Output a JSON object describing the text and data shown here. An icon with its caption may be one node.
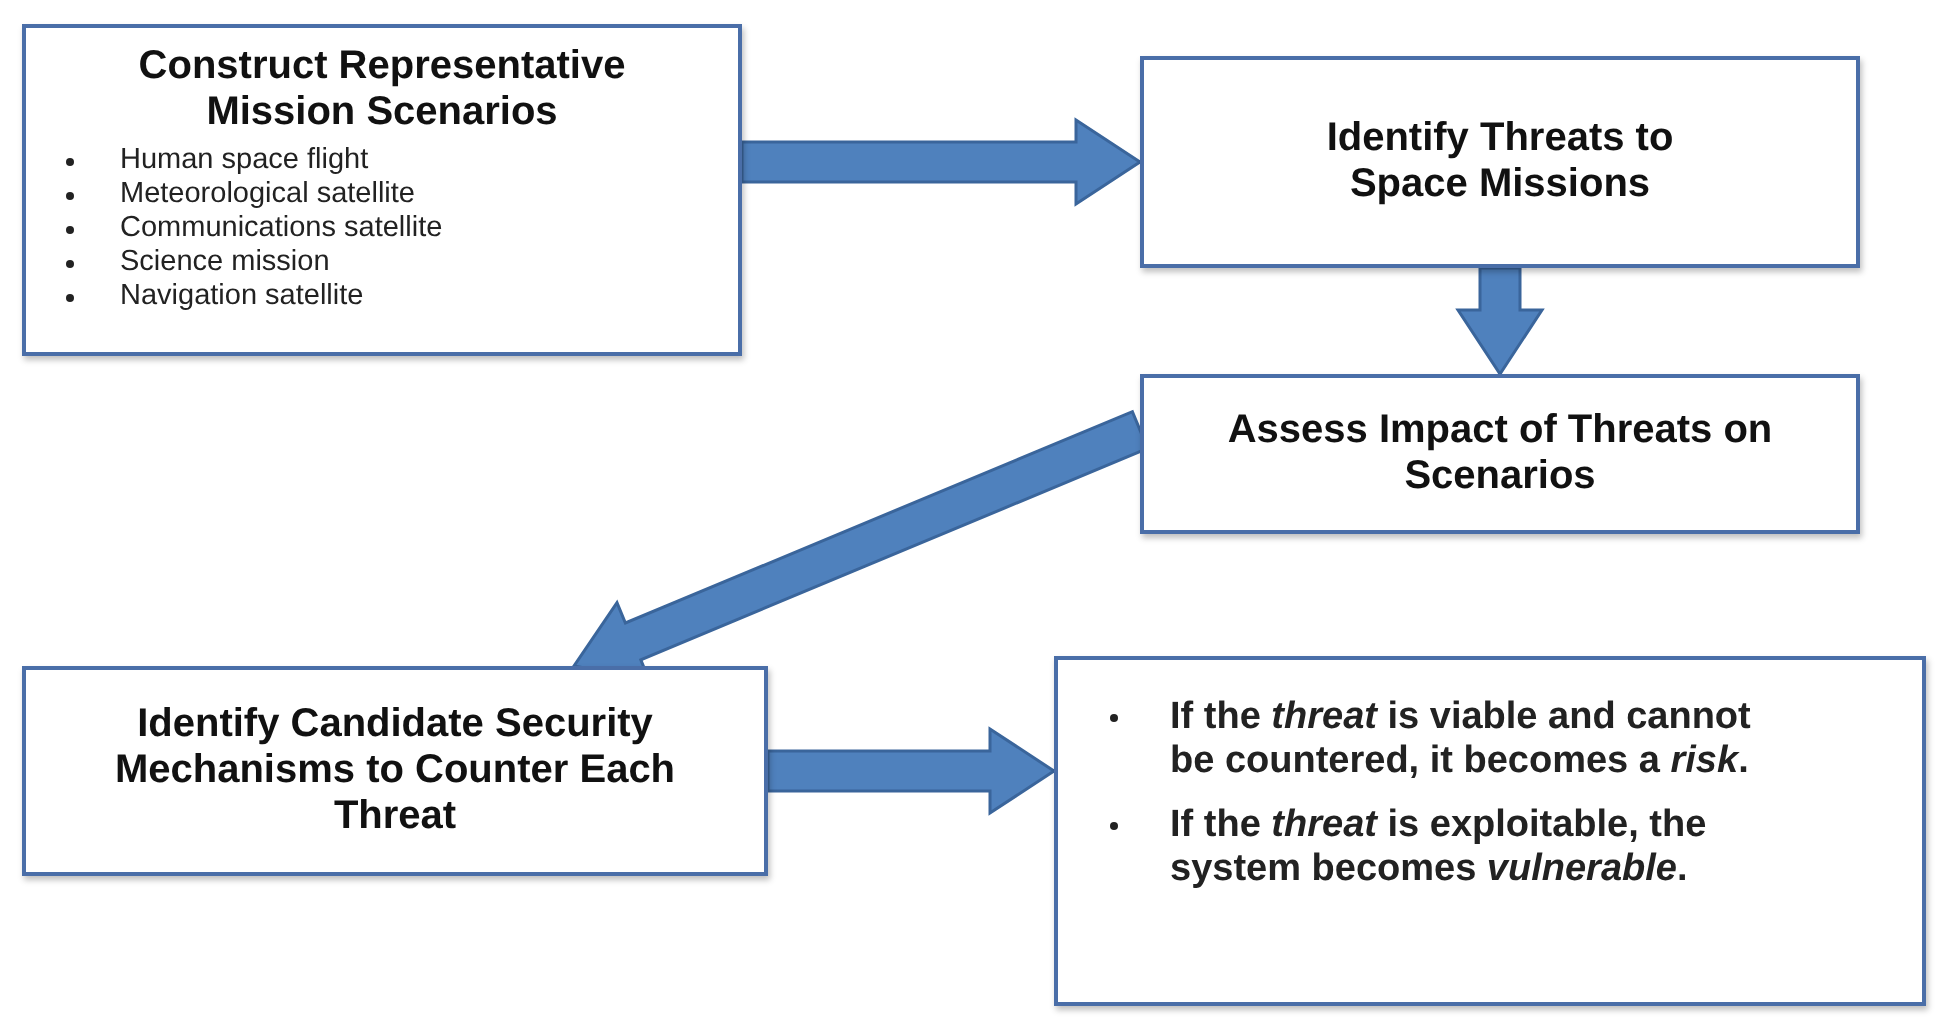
{
  "diagram": {
    "nodes": [
      {
        "text": [
          "Construct Representative Mission Scenarios",
          "Human space flight",
          "Meteorological satellite",
          "Communications satellite",
          "Science mission",
          "Navigation satellite"
        ]
      },
      {
        "text": [
          "Identify Threats to Space Missions"
        ]
      },
      {
        "text": [
          "Assess Impact of Threats on Scenarios"
        ]
      },
      {
        "text": [
          "Identify Candidate Security Mechanisms to Counter Each Threat"
        ]
      },
      {
        "text": [
          "If the *threat* is viable and cannot be countered, it becomes a *risk*.",
          "If the *threat* is exploitable, the system becomes *vulnerable*."
        ]
      }
    ],
    "edges": [
      {
        "from": 0,
        "to": 1,
        "arrow": "to"
      },
      {
        "from": 1,
        "to": 2,
        "arrow": "to"
      },
      {
        "from": 2,
        "to": 3,
        "arrow": "to"
      },
      {
        "from": 3,
        "to": 4,
        "arrow": "to"
      }
    ]
  }
}
